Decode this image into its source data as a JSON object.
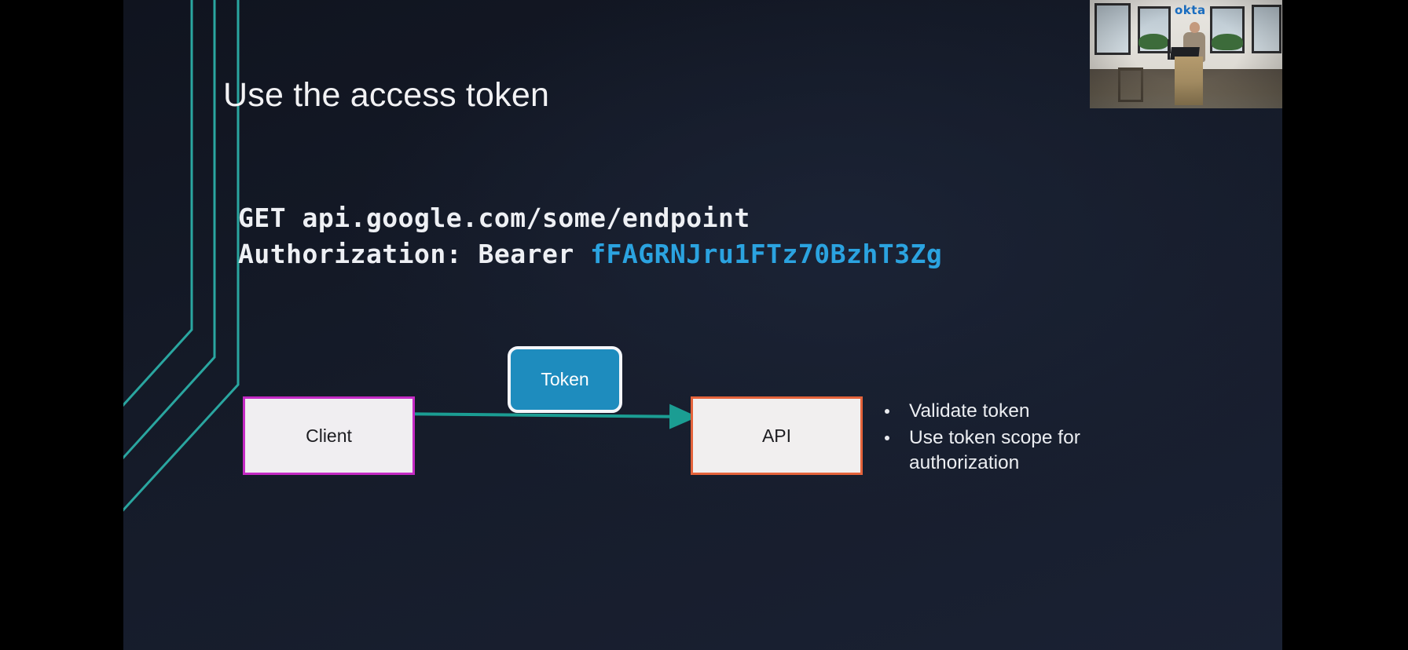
{
  "slide": {
    "title": "Use the access token",
    "background_color": "#141a28",
    "accent_color": "#2ba3e0",
    "deco_line_color": "#2aa6a0"
  },
  "code_block": {
    "line1": "GET api.google.com/some/endpoint",
    "line2_prefix": "Authorization: Bearer ",
    "line2_token": "fFAGRNJru1FTz70BzhT3Zg",
    "token_color": "#2ba3e0",
    "text_color": "#eef0f4"
  },
  "diagram": {
    "client": {
      "label": "Client",
      "border_color": "#c42ac4",
      "fill_color": "#f0eef1"
    },
    "api": {
      "label": "API",
      "border_color": "#e4633b",
      "fill_color": "#f1efef"
    },
    "token": {
      "label": "Token",
      "fill_color": "#1e8cbe",
      "border_color": "#f4f6fa"
    },
    "arrow": {
      "color": "#1b9d93",
      "direction": "client-to-api"
    }
  },
  "bullets": {
    "items": [
      "Validate token",
      "Use token scope for authorization"
    ]
  },
  "video_overlay": {
    "wall_logo": "okta",
    "scene": "speaker-at-podium"
  }
}
